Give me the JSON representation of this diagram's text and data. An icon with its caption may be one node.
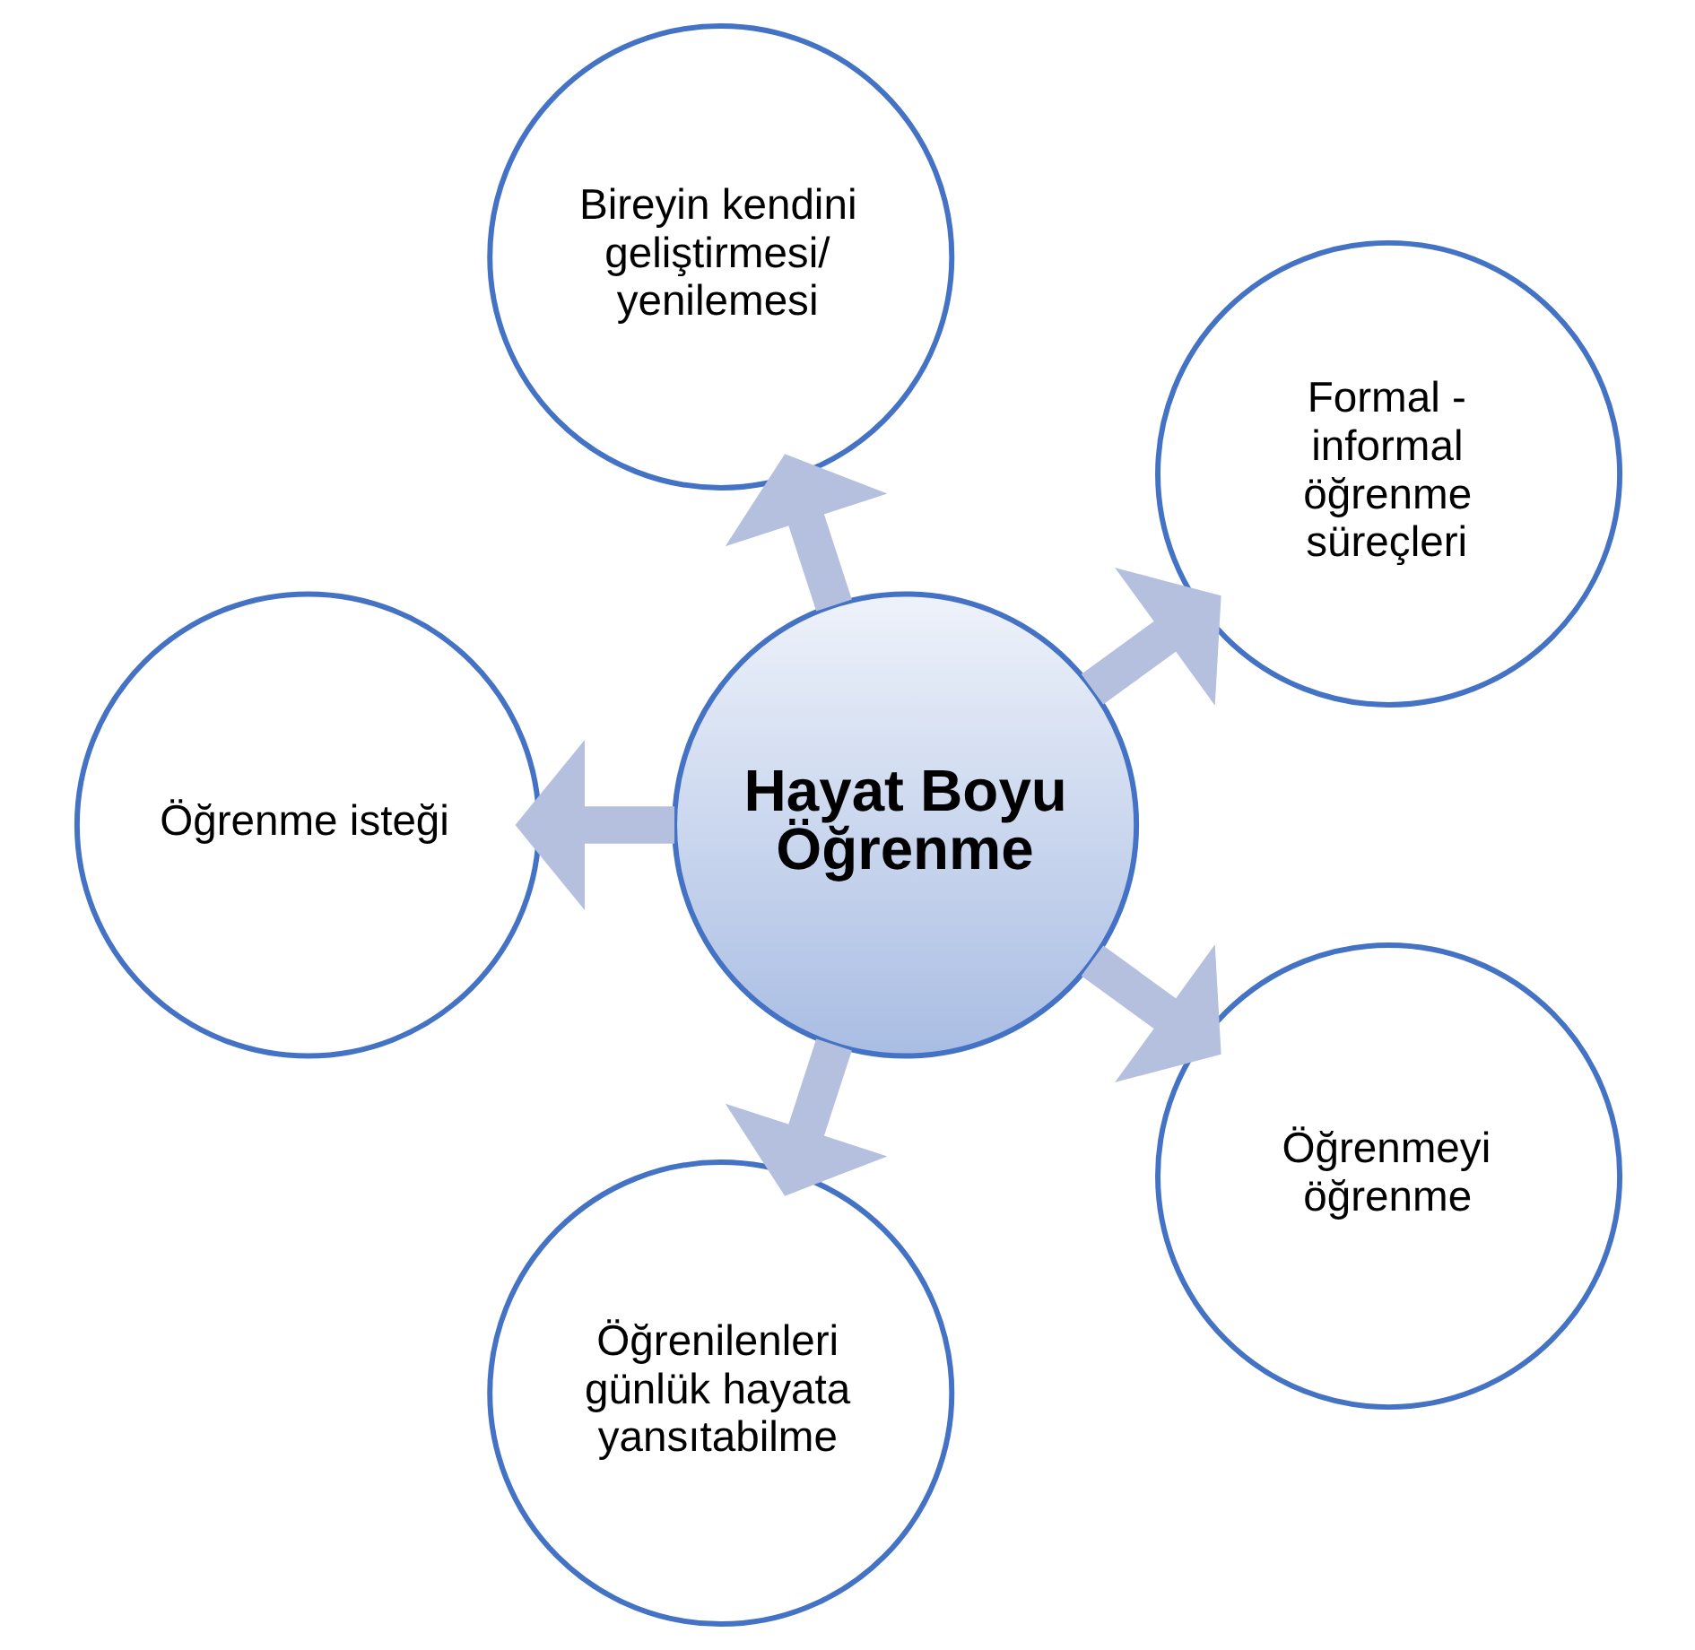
{
  "diagram": {
    "nodes": [
      {
        "text": [
          "Hayat Boyu Öğrenme"
        ]
      },
      {
        "text": [
          "Formal - informal öğrenme süreçleri"
        ]
      },
      {
        "text": [
          "Bireyin kendini geliştirmesi/ yenilemesi"
        ]
      },
      {
        "text": [
          "Öğrenme isteği"
        ]
      },
      {
        "text": [
          "Öğrenilenleri günlük hayata yansıtabilme"
        ]
      },
      {
        "text": [
          "Öğrenmeyi öğrenme"
        ]
      }
    ],
    "edges": [
      {
        "from": 0,
        "to": 1,
        "arrow": "to"
      },
      {
        "from": 0,
        "to": 2,
        "arrow": "to"
      },
      {
        "from": 0,
        "to": 3,
        "arrow": "to"
      },
      {
        "from": 0,
        "to": 4,
        "arrow": "to"
      },
      {
        "from": 0,
        "to": 5,
        "arrow": "to"
      }
    ]
  }
}
